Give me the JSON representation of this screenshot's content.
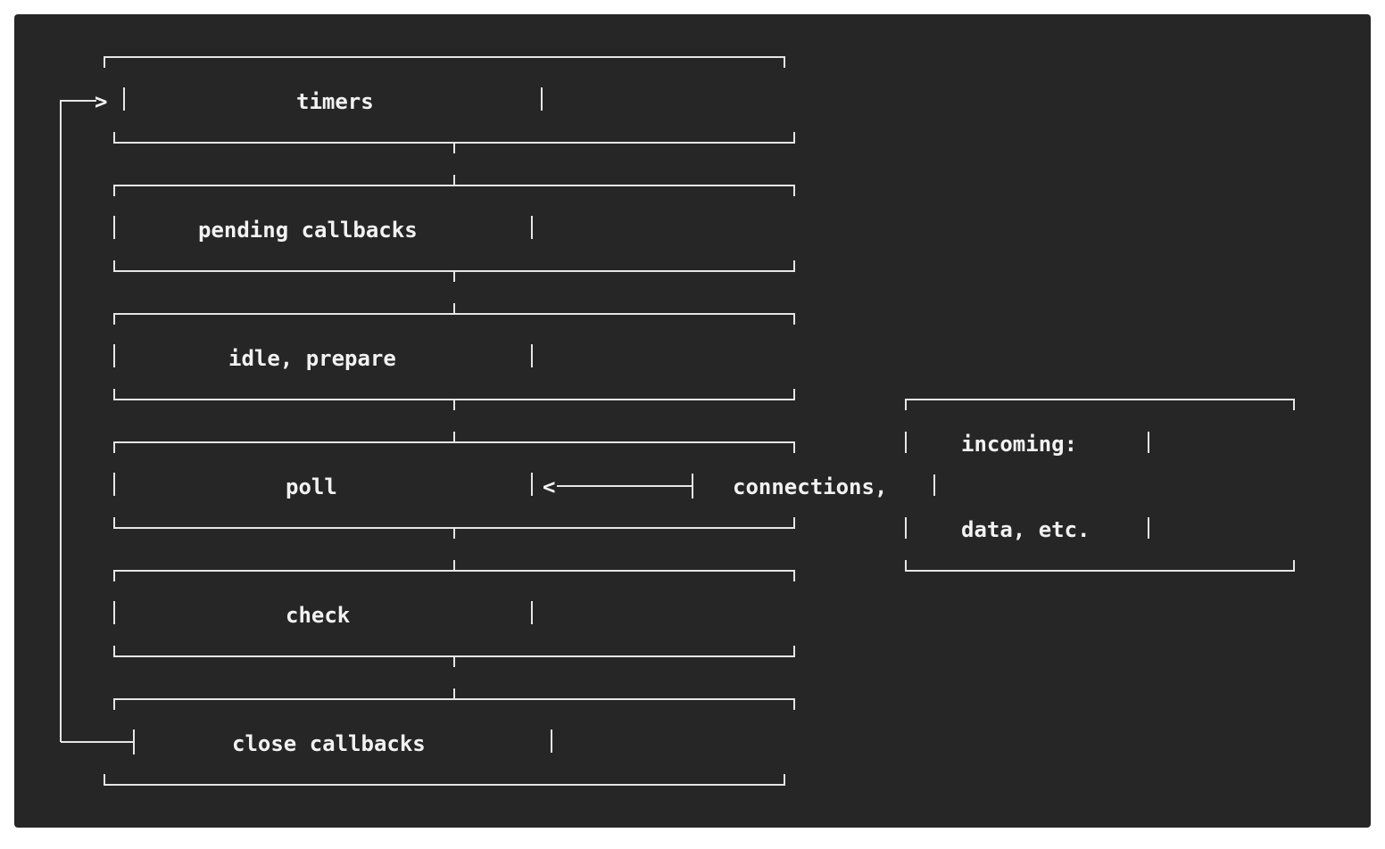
{
  "diagram": {
    "phases": [
      "timers",
      "pending callbacks",
      "idle, prepare",
      "poll",
      "check",
      "close callbacks"
    ],
    "incoming": {
      "line1": "incoming:",
      "line2": "connections,",
      "line3": "data, etc."
    },
    "arrows": {
      "loop_arrow": ">",
      "poll_arrow": "<"
    }
  },
  "colors": {
    "background": "#262626",
    "line": "#e6e6e6",
    "text": "#f2f2f2"
  }
}
